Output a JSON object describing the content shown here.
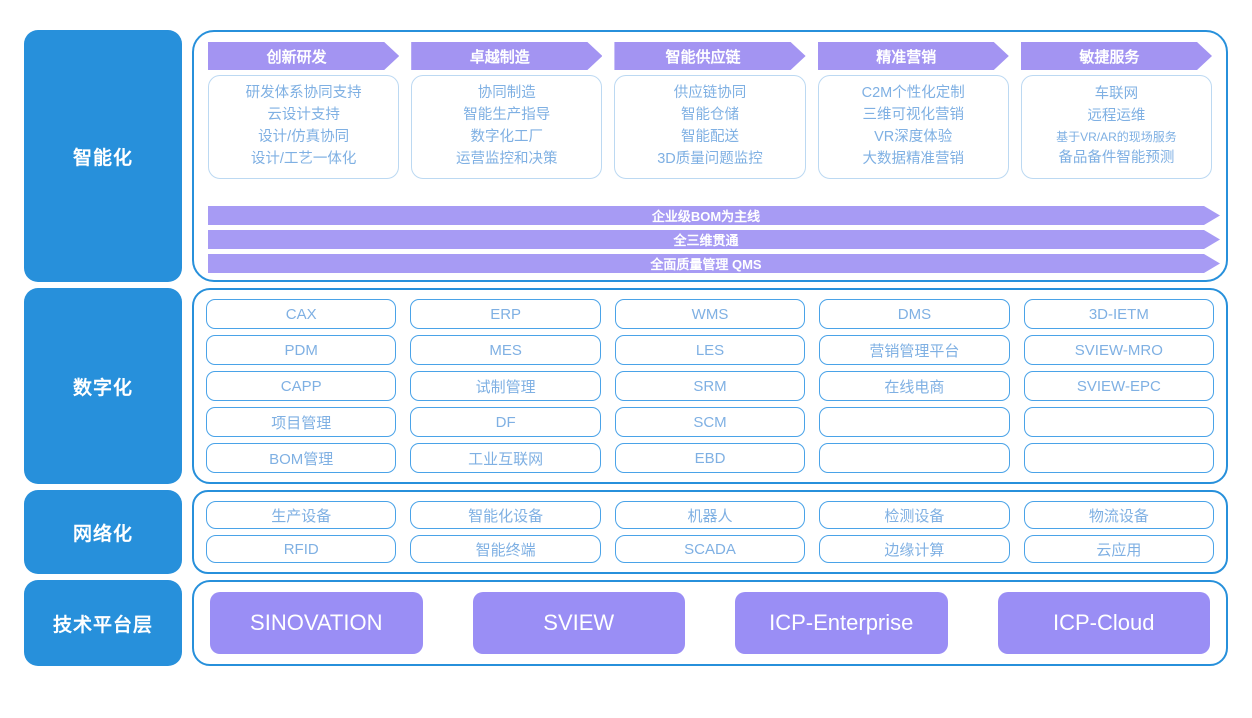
{
  "layers": {
    "intelligent": {
      "label": "智能化"
    },
    "digital": {
      "label": "数字化"
    },
    "network": {
      "label": "网络化"
    },
    "platform": {
      "label": "技术平台层"
    }
  },
  "pillars": [
    {
      "title": "创新研发",
      "items": [
        {
          "text": "研发体系协同支持",
          "small": false
        },
        {
          "text": "云设计支持",
          "small": false
        },
        {
          "text": "设计/仿真协同",
          "small": false
        },
        {
          "text": "设计/工艺一体化",
          "small": false
        }
      ]
    },
    {
      "title": "卓越制造",
      "items": [
        {
          "text": "协同制造",
          "small": false
        },
        {
          "text": "智能生产指导",
          "small": false
        },
        {
          "text": "数字化工厂",
          "small": false
        },
        {
          "text": "运营监控和决策",
          "small": false
        }
      ]
    },
    {
      "title": "智能供应链",
      "items": [
        {
          "text": "供应链协同",
          "small": false
        },
        {
          "text": "智能仓储",
          "small": false
        },
        {
          "text": "智能配送",
          "small": false
        },
        {
          "text": "3D质量问题监控",
          "small": false
        }
      ]
    },
    {
      "title": "精准营销",
      "items": [
        {
          "text": "C2M个性化定制",
          "small": false
        },
        {
          "text": "三维可视化营销",
          "small": false
        },
        {
          "text": "VR深度体验",
          "small": false
        },
        {
          "text": "大数据精准营销",
          "small": false
        }
      ]
    },
    {
      "title": "敏捷服务",
      "items": [
        {
          "text": "车联网",
          "small": false
        },
        {
          "text": "远程运维",
          "small": false
        },
        {
          "text": "基于VR/AR的现场服务",
          "small": true
        },
        {
          "text": "备品备件智能预测",
          "small": false
        }
      ]
    }
  ],
  "backbone_bars": [
    {
      "text": "企业级BOM为主线"
    },
    {
      "text": "全三维贯通"
    },
    {
      "text": "全面质量管理 QMS"
    }
  ],
  "digital_columns": [
    {
      "chips": [
        "CAX",
        "PDM",
        "CAPP",
        "项目管理",
        "BOM管理"
      ]
    },
    {
      "chips": [
        "ERP",
        "MES",
        "试制管理",
        "DF",
        "工业互联网"
      ]
    },
    {
      "chips": [
        "WMS",
        "LES",
        "SRM",
        "SCM",
        "EBD"
      ]
    },
    {
      "chips": [
        "DMS",
        "营销管理平台",
        "在线电商",
        "",
        ""
      ]
    },
    {
      "chips": [
        "3D-IETM",
        "SVIEW-MRO",
        "SVIEW-EPC",
        "",
        ""
      ]
    }
  ],
  "network_columns": [
    {
      "chips": [
        "生产设备",
        "RFID"
      ]
    },
    {
      "chips": [
        "智能化设备",
        "智能终端"
      ]
    },
    {
      "chips": [
        "机器人",
        "SCADA"
      ]
    },
    {
      "chips": [
        "检测设备",
        "边缘计算"
      ]
    },
    {
      "chips": [
        "物流设备",
        "云应用"
      ]
    }
  ],
  "platform_buttons": [
    {
      "label": "SINOVATION"
    },
    {
      "label": "SVIEW"
    },
    {
      "label": "ICP-Enterprise"
    },
    {
      "label": "ICP-Cloud"
    }
  ],
  "colors": {
    "rail_blue": "#2790db",
    "chip_border": "#4aa3e8",
    "chip_text": "#7fb0e3",
    "accent_purple": "#a394f2",
    "bar_purple": "#a79bf4",
    "platform_purple": "#9a8ef5"
  }
}
